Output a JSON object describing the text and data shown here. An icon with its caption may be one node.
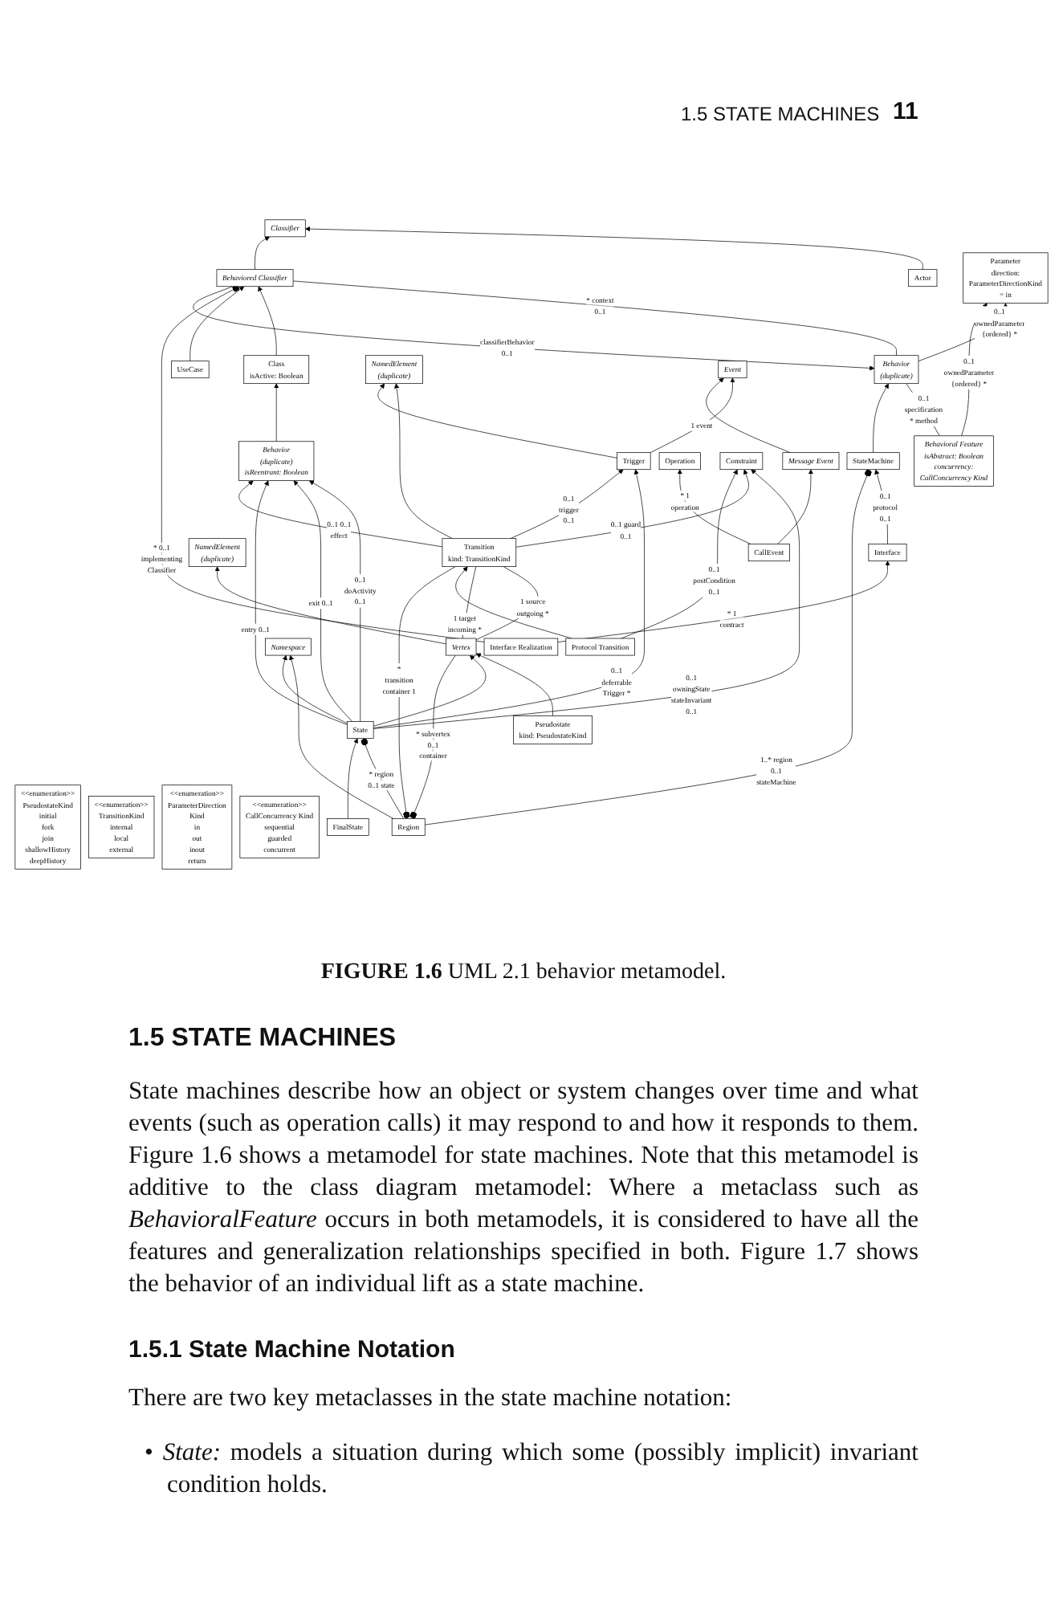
{
  "diagram": {
    "caption": "**FIGURE 1.6** UML 2.1 behavior metamodel.",
    "nodes": [
      {
        "text": [
          "Behavioral Feature",
          "isAbstract: Boolean",
          "concurrency: CallConcurrency Kind"
        ]
      },
      {
        "text": [
          "Behavior",
          "(duplicate)"
        ]
      },
      {
        "text": [
          "Classifier"
        ]
      },
      {
        "text": [
          "Actor"
        ]
      },
      {
        "text": [
          "Class",
          "isActive: Boolean"
        ]
      },
      {
        "text": [
          "StateMachine"
        ]
      },
      {
        "text": [
          "Interface Realization"
        ]
      },
      {
        "text": [
          "Behaviored Classifier"
        ]
      },
      {
        "text": [
          "Namespace"
        ]
      },
      {
        "text": [
          "UseCase"
        ]
      },
      {
        "text": [
          "Interface"
        ]
      },
      {
        "text": [
          "NamedElement",
          "(duplicate)"
        ]
      },
      {
        "text": [
          "Region"
        ]
      },
      {
        "text": [
          "NamedElement",
          "(duplicate)"
        ]
      },
      {
        "text": [
          "Protocol Transition"
        ]
      },
      {
        "text": [
          "Vertex"
        ]
      },
      {
        "text": [
          "Transition",
          "kind: TransitionKind"
        ]
      },
      {
        "text": [
          "Pseudostate",
          "kind: PseudostateKind"
        ]
      },
      {
        "text": [
          "State"
        ]
      },
      {
        "text": [
          "Behavior",
          "(duplicate)",
          "isReentrant: Boolean"
        ]
      },
      {
        "text": [
          "Parameter",
          "direction: ParameterDirectionKind = in"
        ]
      },
      {
        "text": [
          "FinalState"
        ]
      },
      {
        "text": [
          "Trigger"
        ]
      },
      {
        "text": [
          "Operation"
        ]
      },
      {
        "text": [
          "Constraint"
        ]
      },
      {
        "text": [
          "<<enumeration>>",
          "PseudostateKind",
          "initial",
          "fork",
          "join",
          "shallowHistory",
          "deepHistory"
        ]
      },
      {
        "text": [
          "CallEvent"
        ]
      },
      {
        "text": [
          "Message Event"
        ]
      },
      {
        "text": [
          "Event"
        ]
      },
      {
        "text": [
          "<<enumeration>>",
          "TransitionKind",
          "internal",
          "local",
          "external"
        ]
      },
      {
        "text": [
          "<<enumeration>>",
          "ParameterDirection Kind",
          "in",
          "out",
          "inout",
          "return"
        ]
      },
      {
        "text": [
          "<<enumeration>>",
          "CallConcurrency Kind",
          "sequential",
          "guarded",
          "concurrent"
        ]
      }
    ],
    "edges": [
      {
        "from": 0,
        "to": 1,
        "arrow": "none",
        "label": "0..1 specification * method"
      },
      {
        "from": 1,
        "to": 20,
        "arrow": "to",
        "label": "0..1 ownedParameter {ordered} *"
      },
      {
        "from": 0,
        "to": 20,
        "arrow": "to",
        "label": "0..1 ownedParameter {ordered} *"
      },
      {
        "from": 7,
        "to": 1,
        "arrow": "to",
        "label": "classifierBehavior 0..1"
      },
      {
        "from": 1,
        "to": 7,
        "arrow": "none",
        "label": "* context 0..1"
      },
      {
        "from": 3,
        "to": 2,
        "arrow": "to"
      },
      {
        "from": 7,
        "to": 2,
        "arrow": "to"
      },
      {
        "from": 4,
        "to": 7,
        "arrow": "to"
      },
      {
        "from": 9,
        "to": 7,
        "arrow": "to"
      },
      {
        "from": 5,
        "to": 1,
        "arrow": "to"
      },
      {
        "from": 6,
        "to": 7,
        "arrow": "other",
        "label": "* 0..1 implementing Classifier"
      },
      {
        "from": 6,
        "to": 10,
        "arrow": "to",
        "label": "* 1 contract"
      },
      {
        "from": 10,
        "to": 5,
        "arrow": "to",
        "label": "0..1 protocol 0..1"
      },
      {
        "from": 12,
        "to": 5,
        "arrow": "other",
        "label": "1..* region 0..1 stateMachine"
      },
      {
        "from": 15,
        "to": 12,
        "arrow": "other",
        "label": "* subvertex 0..1 container"
      },
      {
        "from": 16,
        "to": 12,
        "arrow": "other",
        "label": "* transition container 1"
      },
      {
        "from": 12,
        "to": 18,
        "arrow": "other",
        "label": "* region 0..1 state"
      },
      {
        "from": 15,
        "to": 16,
        "arrow": "none",
        "label": "1 source outgoing *"
      },
      {
        "from": 15,
        "to": 16,
        "arrow": "none",
        "label": "1 target incoming *"
      },
      {
        "from": 17,
        "to": 15,
        "arrow": "to"
      },
      {
        "from": 18,
        "to": 15,
        "arrow": "to"
      },
      {
        "from": 12,
        "to": 8,
        "arrow": "to"
      },
      {
        "from": 18,
        "to": 8,
        "arrow": "to"
      },
      {
        "from": 15,
        "to": 11,
        "arrow": "to"
      },
      {
        "from": 16,
        "to": 13,
        "arrow": "to"
      },
      {
        "from": 14,
        "to": 16,
        "arrow": "to"
      },
      {
        "from": 22,
        "to": 13,
        "arrow": "to"
      },
      {
        "from": 19,
        "to": 4,
        "arrow": "to"
      },
      {
        "from": 21,
        "to": 18,
        "arrow": "to"
      },
      {
        "from": 18,
        "to": 19,
        "arrow": "to",
        "label": "0..1 doActivity 0..1"
      },
      {
        "from": 18,
        "to": 19,
        "arrow": "to",
        "label": "exit 0..1"
      },
      {
        "from": 18,
        "to": 19,
        "arrow": "to",
        "label": "entry 0..1"
      },
      {
        "from": 16,
        "to": 19,
        "arrow": "to",
        "label": "0..1 0..1 effect"
      },
      {
        "from": 18,
        "to": 24,
        "arrow": "to",
        "label": "0..1 owningState stateInvariant 0..1"
      },
      {
        "from": 18,
        "to": 22,
        "arrow": "to",
        "label": "0..1 deferrable Trigger *"
      },
      {
        "from": 16,
        "to": 22,
        "arrow": "to",
        "label": "0..1 trigger 0..1"
      },
      {
        "from": 16,
        "to": 24,
        "arrow": "to",
        "label": "0..1 guard 0..1"
      },
      {
        "from": 14,
        "to": 24,
        "arrow": "to",
        "label": "0..1 postCondition 0..1"
      },
      {
        "from": 22,
        "to": 28,
        "arrow": "to",
        "label": "1 event"
      },
      {
        "from": 26,
        "to": 23,
        "arrow": "to",
        "label": "* 1 operation"
      },
      {
        "from": 26,
        "to": 27,
        "arrow": "to"
      },
      {
        "from": 27,
        "to": 28,
        "arrow": "to"
      }
    ],
    "labels": [
      "1.5 STATE MACHINES",
      "11",
      "1.5 STATE MACHINES",
      "State machines describe how an object or system changes over time and what events (such as operation calls) it may respond to and how it responds to them. Figure 1.6 shows a metamodel for state machines. Note that this metamodel is additive to the class diagram metamodel: Where a metaclass such as *BehavioralFeature* occurs in both metamodels, it is considered to have all the features and generalization relationships specified in both. Figure 1.7 shows the behavior of an individual lift as a state machine.",
      "1.5.1 State Machine Notation",
      "There are two key metaclasses in the state machine notation:",
      "• *State:* models a situation during which some (possibly implicit) invariant condition holds."
    ]
  }
}
